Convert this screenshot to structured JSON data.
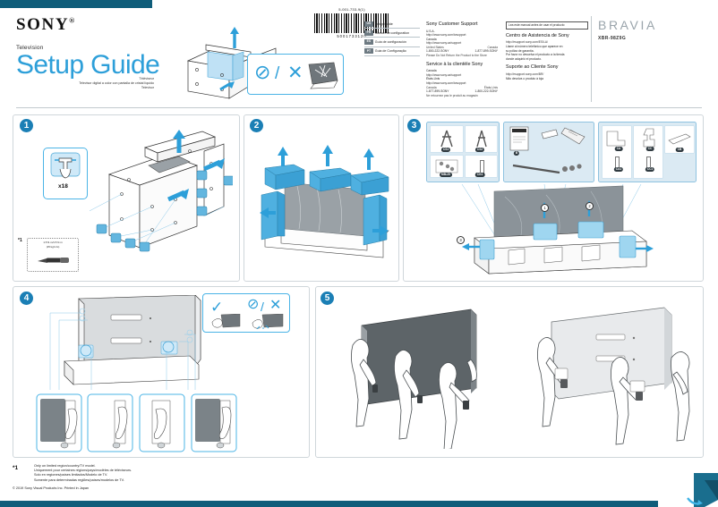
{
  "document": {
    "brand": "SONY",
    "brand_mark": "®",
    "category": "Television",
    "title": "Setup Guide",
    "subtitles": [
      "Téléviseur",
      "Televisor digital a color con pantalla de cristal líquido",
      "Televisor"
    ],
    "doc_number": "5-001-733-9(1)",
    "barcode_number": "5001733120",
    "bravia_logo": "BRAVIA",
    "model": "XBR-98Z9G"
  },
  "languages": [
    {
      "code": "US",
      "name": "Setup Guide"
    },
    {
      "code": "FR",
      "name": "Manuel de configuration"
    },
    {
      "code": "ES",
      "name": "Guía de configuración"
    },
    {
      "code": "PT",
      "name": "Guia de Configuração"
    }
  ],
  "support_en": {
    "heading": "Sony Customer Support",
    "region1": "U.S.A.",
    "url1": "http://www.sony.com/tvsupport",
    "region2": "Canada",
    "url2": "http://www.sony.ca/support",
    "phone_label1": "United States",
    "phone_label2": "Canada",
    "phone1": "1-800-222-SONY",
    "phone2": "1-877-899-SONY",
    "note": "Please Do Not Return the Product to the Store"
  },
  "support_fr": {
    "heading": "Service à la clientèle Sony",
    "region1": "Canada",
    "url1": "http://www.sony.ca/support",
    "region2": "États-Unis",
    "url2": "http://www.sony.com/tvsupport",
    "phone_label1": "Canada",
    "phone_label2": "États-Unis",
    "phone1": "1-877-899-SONY",
    "phone2": "1-800-222-SONY",
    "note": "Ne retournez pas le produit au magasin"
  },
  "support_es": {
    "read_first": "Lea este manual antes de usar el producto",
    "heading": "Centro de Asistencia de Sony",
    "url": "http://esupport.sony.com/ES/LA/",
    "line1": "Llame al número telefónico que aparece en",
    "line2": "su póliza de garantía.",
    "line3": "Por favor no devuelva el producto a la tienda",
    "line4": "donde adquirió el producto."
  },
  "support_pt": {
    "heading": "Suporte ao Cliente Sony",
    "url": "http://esupport.sony.com/BR/",
    "line1": "Não devolva o produto à loja"
  },
  "steps": [
    {
      "num": "1",
      "screw_count": "x18",
      "torque_line1": "1.5 N·m/1.5 N·m",
      "torque_line2": "(15 kgf·cm)",
      "footnote_ref": "*1"
    },
    {
      "num": "2"
    },
    {
      "num": "3",
      "callouts": [
        "1",
        "2",
        "3"
      ]
    },
    {
      "num": "4"
    },
    {
      "num": "5"
    }
  ],
  "parts": {
    "group1": [
      {
        "code": "CS1"
      },
      {
        "code": "CS2"
      },
      {
        "code": "M8L25"
      },
      {
        "code": "CG1"
      }
    ],
    "group2": [
      {
        "code": "B"
      }
    ],
    "group3": [
      {
        "code": "CA"
      },
      {
        "code": "CC"
      },
      {
        "code": "CB"
      },
      {
        "code": "CA1"
      },
      {
        "code": "CC1"
      }
    ]
  },
  "symbols": {
    "check": "✓",
    "prohibit": "⊘",
    "cross": "✕",
    "slash": "/"
  },
  "footnote": {
    "marker": "*1",
    "lines": [
      "Only on limited region/country/TV model.",
      "Uniquement pour certaines régions/pays/modèles de téléviseurs.",
      "Solo en regiones/países limitados/Modelo de TV.",
      "Somente para determinadas regiões/países/modelos de TV."
    ],
    "copyright": "© 2019 Sony Visual Products Inc.   Printed in Japan"
  },
  "colors": {
    "accent_blue": "#2d9fd9",
    "deep_teal": "#0f5d7a",
    "step_badge": "#1b7fb5",
    "parts_bg": "#dbeaf3",
    "gray_panel": "#7b8388"
  }
}
